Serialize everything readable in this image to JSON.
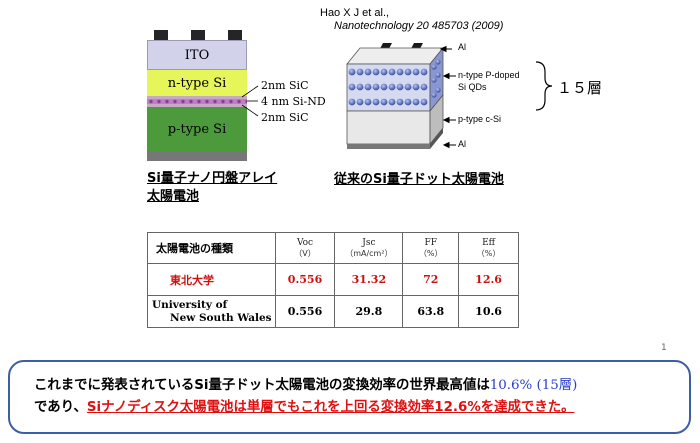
{
  "citation": {
    "authors": "Hao X J et al.,",
    "journal": "Nanotechnology 20 485703 (2009)"
  },
  "left_device": {
    "layers": {
      "ito": "ITO",
      "n_type": "n-type Si",
      "p_type": "p-type Si"
    },
    "labels": [
      "2nm SiC",
      "4 nm Si-ND",
      "2nm SiC"
    ],
    "caption_line1": "Si量子ナノ円盤アレイ",
    "caption_line2": "太陽電池"
  },
  "right_device": {
    "labels": {
      "al_top": "Al",
      "n_type_line1": "n-type P-doped",
      "n_type_line2": "Si QDs",
      "p_type": "p-type c-Si",
      "al_bottom": "Al"
    },
    "layers_count": "１５層",
    "caption": "従来のSi量子ドット太陽電池"
  },
  "table": {
    "header_label": "太陽電池の種類",
    "columns": [
      {
        "name": "Voc",
        "unit": "（V）"
      },
      {
        "name": "Jsc",
        "unit": "（mA/cm²）"
      },
      {
        "name": "FF",
        "unit": "（%）"
      },
      {
        "name": "Eff",
        "unit": "（%）"
      }
    ],
    "rows": [
      {
        "label": "東北大学",
        "values": [
          "0.556",
          "31.32",
          "72",
          "12.6"
        ]
      },
      {
        "label_line1": "University of",
        "label_line2": "New South Wales",
        "values": [
          "0.556",
          "29.8",
          "63.8",
          "10.6"
        ]
      }
    ]
  },
  "summary": {
    "line1_main": "これまでに発表されているSi量子ドット太陽電池の変換効率の世界最高値は",
    "line1_value": "10.6% (15層)",
    "line2_prefix": "であり、",
    "line2_highlight": "Siナノディスク太陽電池は単層でもこれを上回る変換効率12.6%を達成できた。"
  },
  "page_number": "1",
  "colors": {
    "ito": "#d2d3ea",
    "n_type": "#e6f55a",
    "p_type": "#4d9a3d",
    "frame": "#3c5fa3",
    "highlight": "#e01010",
    "value": "#2a3fc8"
  }
}
